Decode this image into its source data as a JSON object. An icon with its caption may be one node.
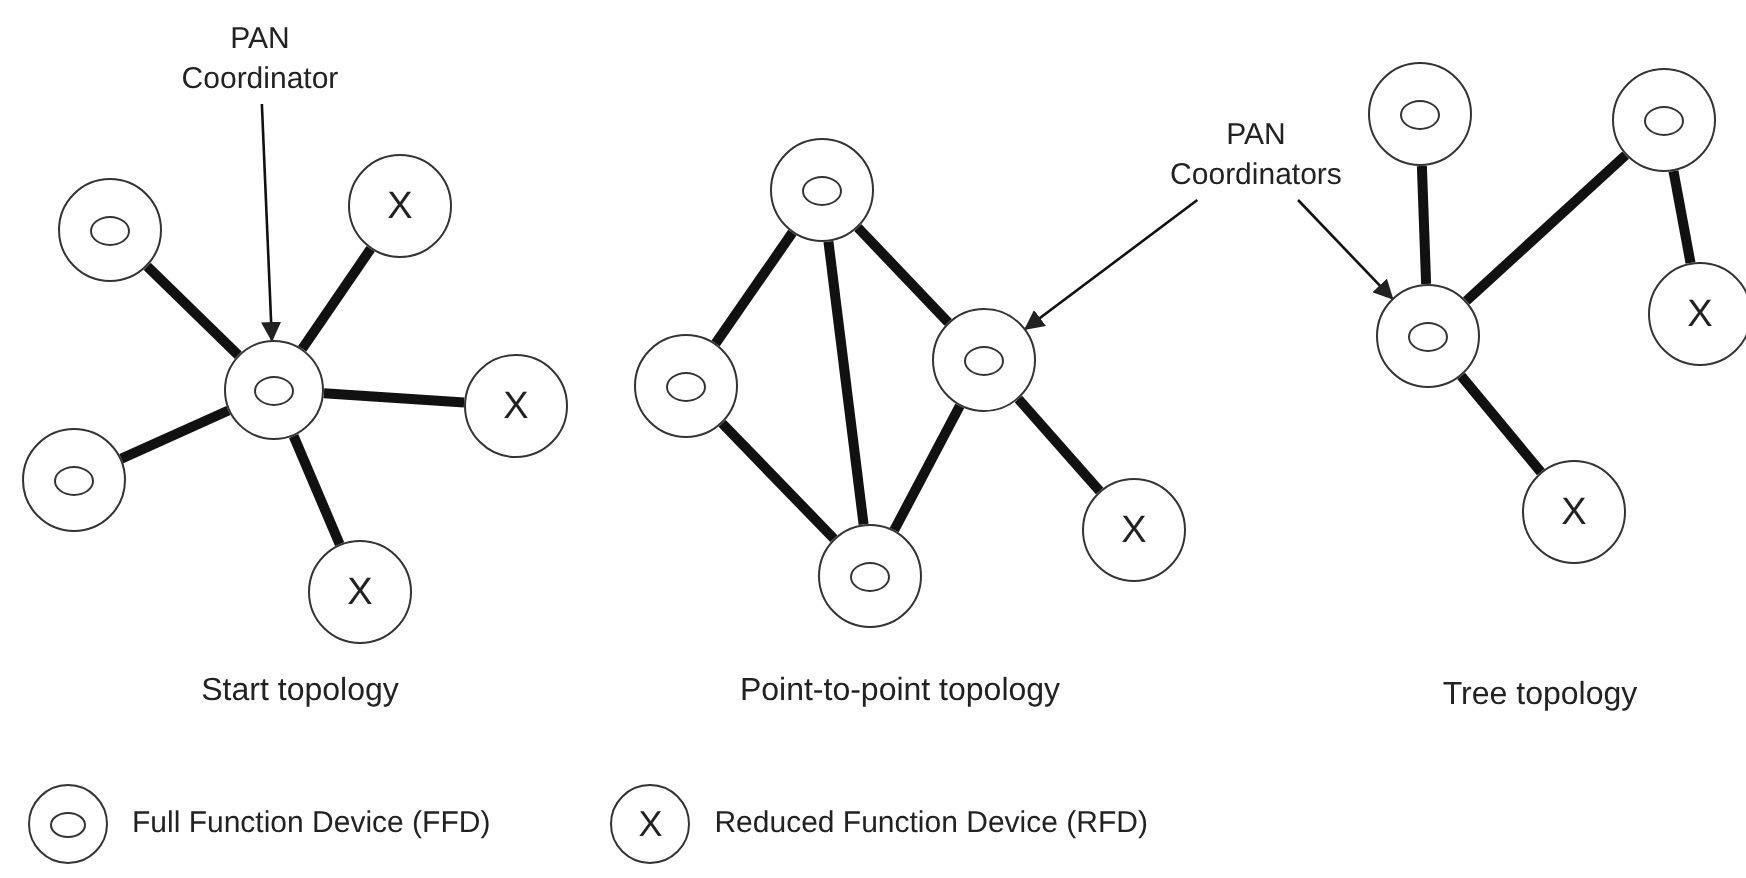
{
  "diagram": {
    "nodes": [
      {
        "text": [
          "PAN Coordinator"
        ]
      },
      {
        "text": [],
        "shape": "circle"
      },
      {
        "text": [],
        "shape": "circle"
      },
      {
        "text": [
          "X"
        ]
      },
      {
        "text": [
          "X"
        ]
      },
      {
        "text": [],
        "shape": "circle"
      },
      {
        "text": [
          "X"
        ]
      },
      {
        "text": [],
        "shape": "circle"
      },
      {
        "text": [],
        "shape": "circle"
      },
      {
        "text": [],
        "shape": "circle"
      },
      {
        "text": [],
        "shape": "circle"
      },
      {
        "text": [
          "X"
        ]
      },
      {
        "text": [
          "PAN Coordinators"
        ]
      },
      {
        "text": [],
        "shape": "circle"
      },
      {
        "text": [],
        "shape": "circle"
      },
      {
        "text": [],
        "shape": "circle"
      },
      {
        "text": [
          "X"
        ]
      },
      {
        "text": [
          "X"
        ]
      }
    ],
    "edges": [
      {
        "from": 0,
        "to": 1,
        "arrow": "to"
      },
      {
        "from": 1,
        "to": 2,
        "arrow": "none"
      },
      {
        "from": 1,
        "to": 3,
        "arrow": "none"
      },
      {
        "from": 1,
        "to": 4,
        "arrow": "none"
      },
      {
        "from": 1,
        "to": 5,
        "arrow": "none"
      },
      {
        "from": 1,
        "to": 6,
        "arrow": "none"
      },
      {
        "from": 7,
        "to": 8,
        "arrow": "none"
      },
      {
        "from": 7,
        "to": 10,
        "arrow": "none"
      },
      {
        "from": 7,
        "to": 9,
        "arrow": "none"
      },
      {
        "from": 8,
        "to": 10,
        "arrow": "none"
      },
      {
        "from": 9,
        "to": 10,
        "arrow": "none"
      },
      {
        "from": 9,
        "to": 11,
        "arrow": "none"
      },
      {
        "from": 12,
        "to": 9,
        "arrow": "to"
      },
      {
        "from": 12,
        "to": 15,
        "arrow": "to"
      },
      {
        "from": 13,
        "to": 15,
        "arrow": "none"
      },
      {
        "from": 15,
        "to": 14,
        "arrow": "none"
      },
      {
        "from": 14,
        "to": 16,
        "arrow": "none"
      },
      {
        "from": 15,
        "to": 17,
        "arrow": "none"
      }
    ],
    "labels": [
      "Start topology",
      "Point-to-point topology",
      "Tree topology",
      "X"
    ],
    "legend": [
      {
        "text": "Full Function Device (FFD)"
      },
      {
        "text": "Reduced Function Device (RFD)"
      }
    ]
  }
}
